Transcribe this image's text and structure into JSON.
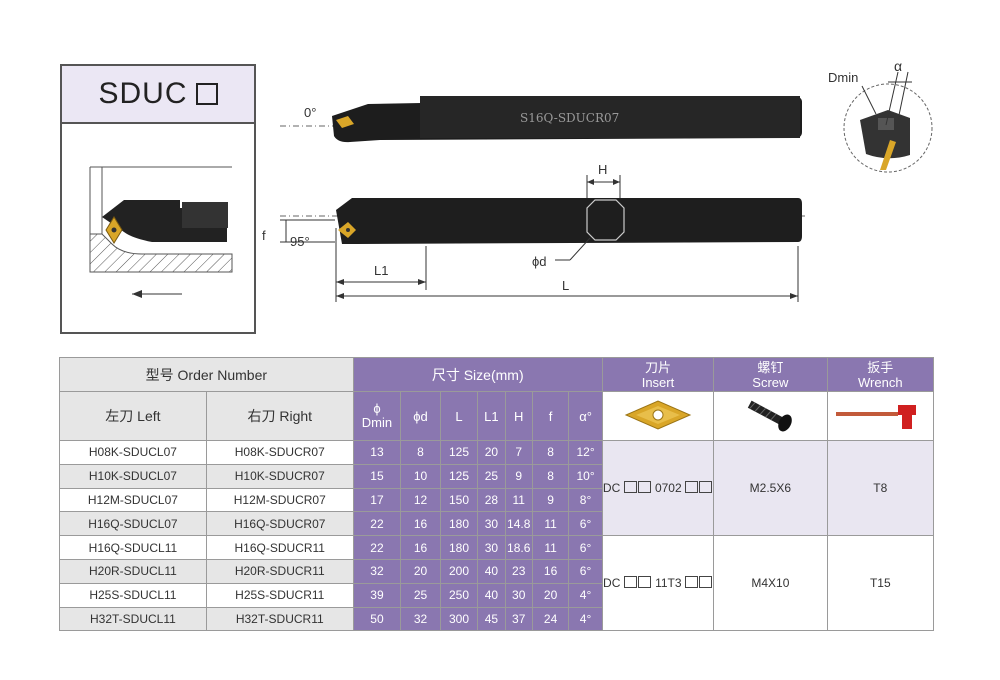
{
  "title": {
    "text": "SDUC"
  },
  "drawing": {
    "angle_0": "0°",
    "angle_95": "95°",
    "label_f": "f",
    "label_H": "H",
    "label_phid": "ϕd",
    "label_L1": "L1",
    "label_L": "L",
    "label_Dmin": "Dmin",
    "label_alpha": "α",
    "bar_engraving": "S16Q-SDUCR07"
  },
  "table": {
    "header": {
      "order_number": "型号 Order Number",
      "size": "尺寸 Size(mm)",
      "insert_cn": "刀片",
      "insert_en": "Insert",
      "screw_cn": "螺钉",
      "screw_en": "Screw",
      "wrench_cn": "扳手",
      "wrench_en": "Wrench",
      "left": "左刀 Left",
      "right": "右刀 Right",
      "cols": [
        "ϕ",
        "Dmin",
        "ϕd",
        "L",
        "L1",
        "H",
        "f",
        "α°"
      ]
    },
    "rows": [
      {
        "left": "H08K-SDUCL07",
        "right": "H08K-SDUCR07",
        "dmin": "13",
        "d": "8",
        "L": "125",
        "L1": "20",
        "H": "7",
        "f": "8",
        "a": "12°"
      },
      {
        "left": "H10K-SDUCL07",
        "right": "H10K-SDUCR07",
        "dmin": "15",
        "d": "10",
        "L": "125",
        "L1": "25",
        "H": "9",
        "f": "8",
        "a": "10°"
      },
      {
        "left": "H12M-SDUCL07",
        "right": "H12M-SDUCR07",
        "dmin": "17",
        "d": "12",
        "L": "150",
        "L1": "28",
        "H": "11",
        "f": "9",
        "a": "8°"
      },
      {
        "left": "H16Q-SDUCL07",
        "right": "H16Q-SDUCR07",
        "dmin": "22",
        "d": "16",
        "L": "180",
        "L1": "30",
        "H": "14.8",
        "f": "11",
        "a": "6°"
      },
      {
        "left": "H16Q-SDUCL11",
        "right": "H16Q-SDUCR11",
        "dmin": "22",
        "d": "16",
        "L": "180",
        "L1": "30",
        "H": "18.6",
        "f": "11",
        "a": "6°"
      },
      {
        "left": "H20R-SDUCL11",
        "right": "H20R-SDUCR11",
        "dmin": "32",
        "d": "20",
        "L": "200",
        "L1": "40",
        "H": "23",
        "f": "16",
        "a": "6°"
      },
      {
        "left": "H25S-SDUCL11",
        "right": "H25S-SDUCR11",
        "dmin": "39",
        "d": "25",
        "L": "250",
        "L1": "40",
        "H": "30",
        "f": "20",
        "a": "4°"
      },
      {
        "left": "H32T-SDUCL11",
        "right": "H32T-SDUCR11",
        "dmin": "50",
        "d": "32",
        "L": "300",
        "L1": "45",
        "H": "37",
        "f": "24",
        "a": "4°"
      }
    ],
    "groups": [
      {
        "insert_prefix": "DC",
        "insert_mid": "0702",
        "screw": "M2.5X6",
        "wrench": "T8"
      },
      {
        "insert_prefix": "DC",
        "insert_mid": "11T3",
        "screw": "M4X10",
        "wrench": "T15"
      }
    ]
  },
  "colors": {
    "header_purple": "#8a77b0",
    "lavender": "#e9e6f1",
    "grey": "#e6e6e6",
    "insert_gold": "#d9a628"
  },
  "icons": [
    "insert-icon",
    "screw-icon",
    "wrench-icon",
    "box-placeholder-icon"
  ]
}
